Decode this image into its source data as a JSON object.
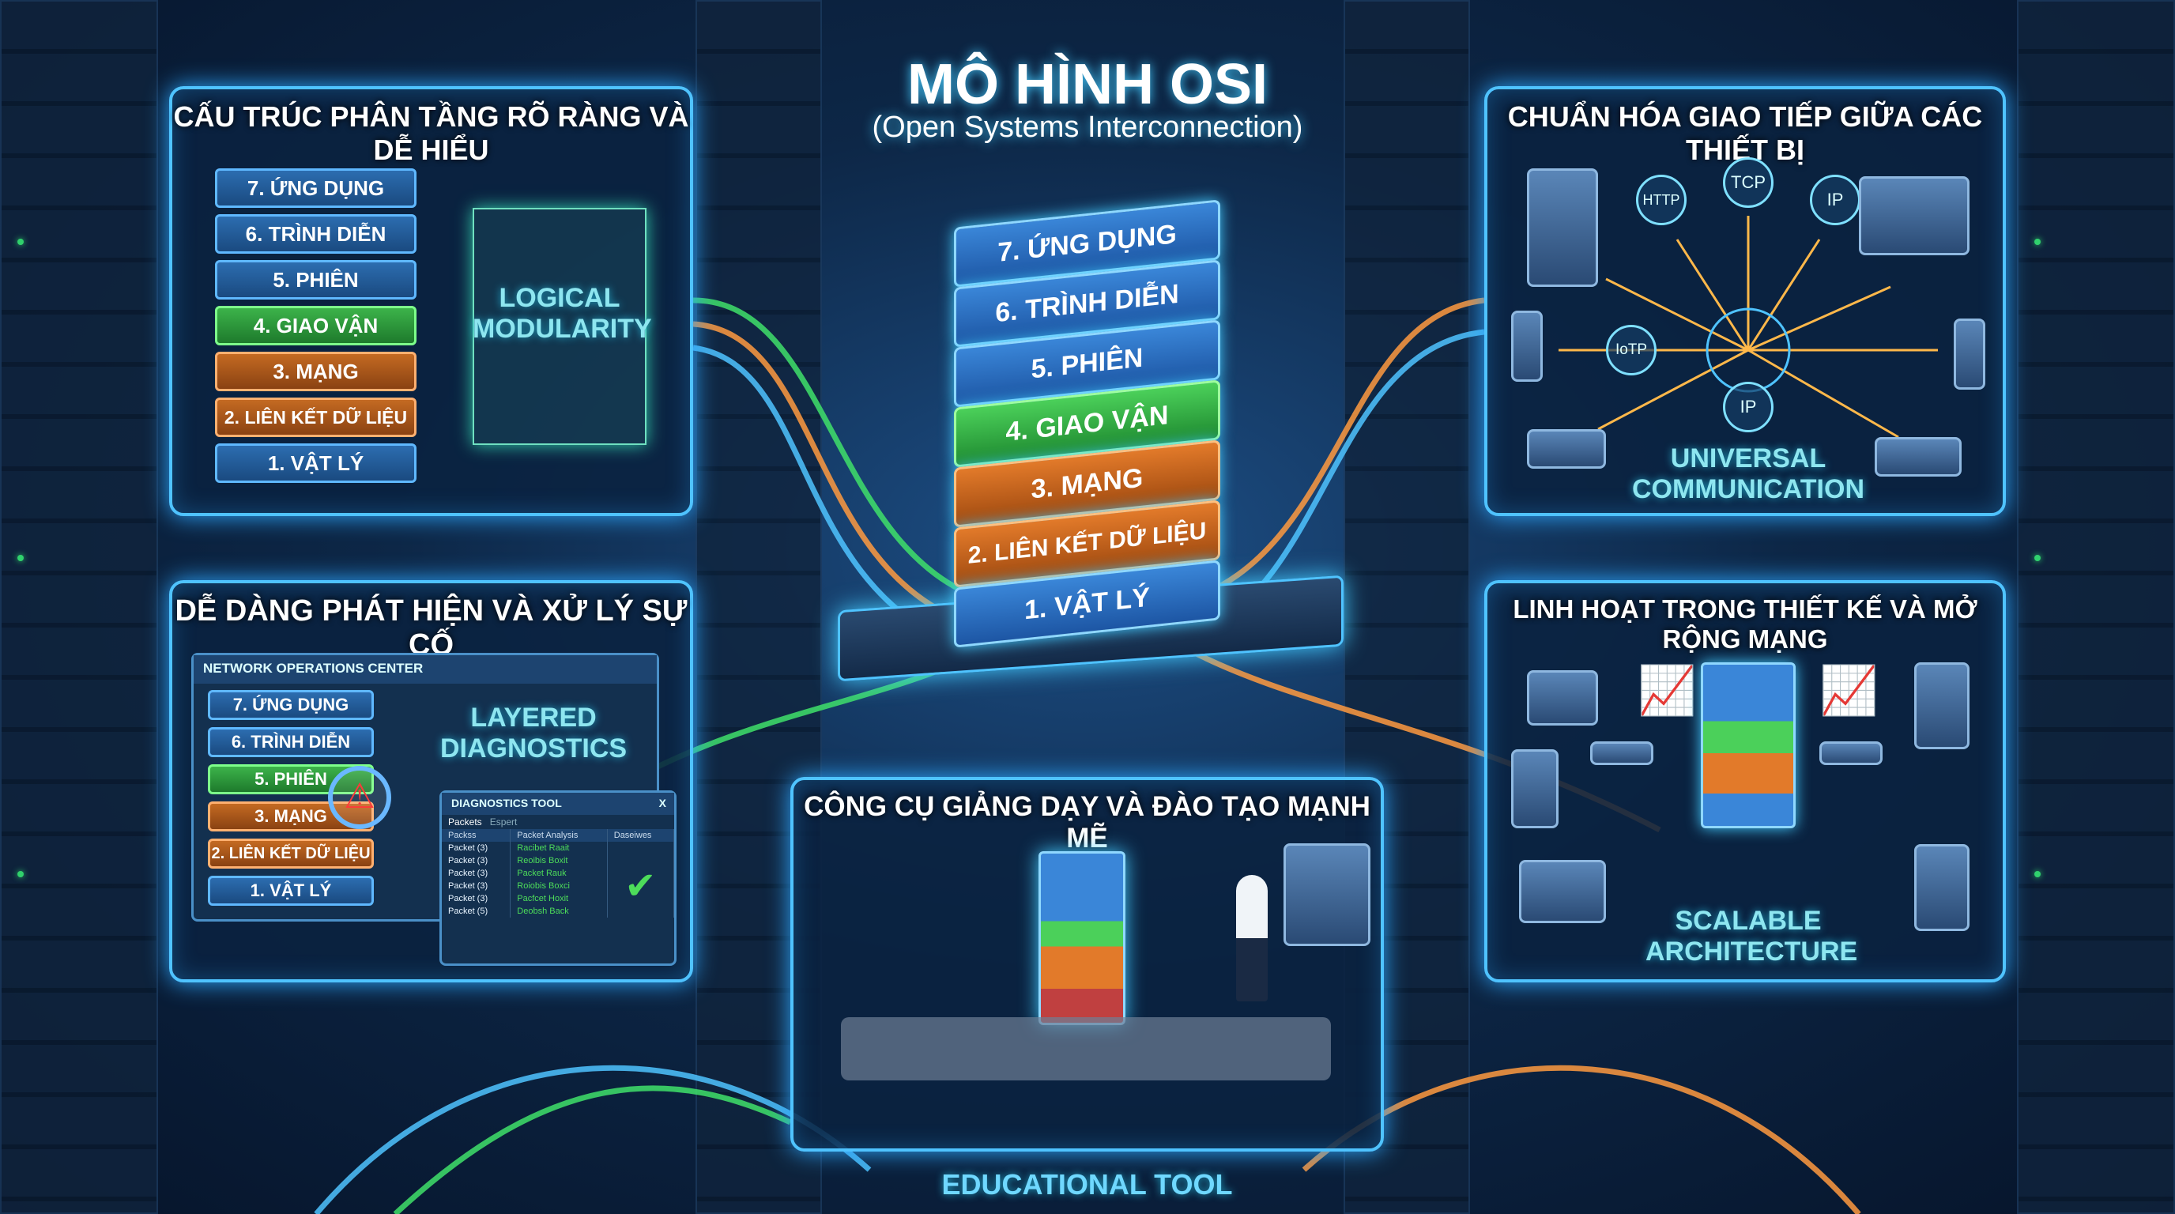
{
  "title": {
    "main": "MÔ HÌNH OSI",
    "subtitle": "(Open Systems Interconnection)"
  },
  "layers": [
    "7. ỨNG DỤNG",
    "6. TRÌNH DIỄN",
    "5. PHIÊN",
    "4. GIAO VẬN",
    "3. MẠNG",
    "2. LIÊN KẾT DỮ LIỆU",
    "1. VẬT LÝ"
  ],
  "panels": {
    "structure": {
      "title": "CẤU TRÚC PHÂN TẦNG RÕ RÀNG VÀ DỄ HIỂU",
      "label": "LOGICAL MODULARITY"
    },
    "standard": {
      "title": "CHUẨN HÓA GIAO TIẾP GIỮA CÁC THIẾT BỊ",
      "label": "UNIVERSAL COMMUNICATION",
      "nodes": [
        "HTTP",
        "TCP",
        "IP",
        "IoTP",
        "IP"
      ]
    },
    "diagnostics": {
      "title": "DỄ DÀNG PHÁT HIỆN VÀ XỬ LÝ SỰ CỐ",
      "label": "LAYERED DIAGNOSTICS",
      "window_title": "NETWORK OPERATIONS CENTER",
      "window_layers": [
        "7. ỨNG DỤNG",
        "6. TRÌNH DIỄN",
        "5. PHIÊN",
        "3. MẠNG",
        "2. LIÊN KẾT DỮ LIỆU",
        "1. VẬT LÝ"
      ],
      "tool": {
        "title": "DIAGNOSTICS TOOL",
        "close": "X",
        "tabs": [
          "Packets",
          "Espert"
        ],
        "columns": [
          "Packss",
          "Packet Analysis",
          "Daseiwes"
        ],
        "rows": [
          [
            "Packet (3)",
            "Racibet Raait"
          ],
          [
            "Packet (3)",
            "Reoibis Boxit"
          ],
          [
            "Packet (3)",
            "Packet Rauk"
          ],
          [
            "Packet (3)",
            "Roiobis Boxci"
          ],
          [
            "Packet (3)",
            "Pacfcet Hoxit"
          ],
          [
            "Packet (5)",
            "Deobsh Back"
          ]
        ]
      }
    },
    "flexible": {
      "title": "LINH HOẠT TRONG THIẾT KẾ VÀ MỞ RỘNG MẠNG",
      "label": "SCALABLE ARCHITECTURE"
    },
    "education": {
      "title": "CÔNG CỤ GIẢNG DẠY VÀ ĐÀO TẠO MẠNH MẼ",
      "label": "EDUCATIONAL TOOL"
    }
  },
  "colors": {
    "accent": "#4fc3ff",
    "green": "#4bd05a",
    "orange": "#e27a2a"
  }
}
